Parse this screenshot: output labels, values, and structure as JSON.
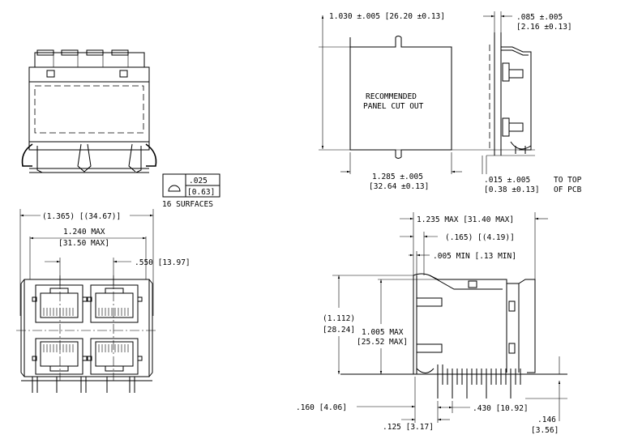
{
  "dimensions": {
    "panel_height": "1.030 ±.005 [26.20 ±0.13]",
    "panel_thickness_in": ".085 ±.005",
    "panel_thickness_mm": "[2.16 ±0.13]",
    "panel_cutout_line1": "RECOMMENDED",
    "panel_cutout_line2": "PANEL CUT OUT",
    "panel_width_in": "1.285 ±.005",
    "panel_width_mm": "[32.64 ±0.13]",
    "pcb_offset_in": ".015 ±.005",
    "pcb_offset_mm": "[0.38 ±0.13]",
    "pcb_note_line1": "TO TOP",
    "pcb_note_line2": "OF PCB",
    "flatness_value_in": ".025",
    "flatness_value_mm": "[0.63]",
    "flatness_note": "16 SURFACES",
    "overall_width_ref": "(1.365) [(34.67)]",
    "max_width_in": "1.240 MAX",
    "max_width_mm": "[31.50 MAX]",
    "port_pitch": ".550 [13.97]",
    "side_length": "1.235 MAX [31.40 MAX]",
    "side_ref": "(.165) [(4.19)]",
    "side_min": ".005 MIN [.13 MIN]",
    "overall_height_in": "(1.112)",
    "overall_height_mm": "[28.24]",
    "body_height_in": "1.005 MAX",
    "body_height_mm": "[25.52 MAX]",
    "pin_offset_a": ".160 [4.06]",
    "pin_offset_b": ".125 [3.17]",
    "pin_spacing": ".430 [10.92]",
    "pin_length_in": ".146",
    "pin_length_mm": "[3.56]"
  }
}
